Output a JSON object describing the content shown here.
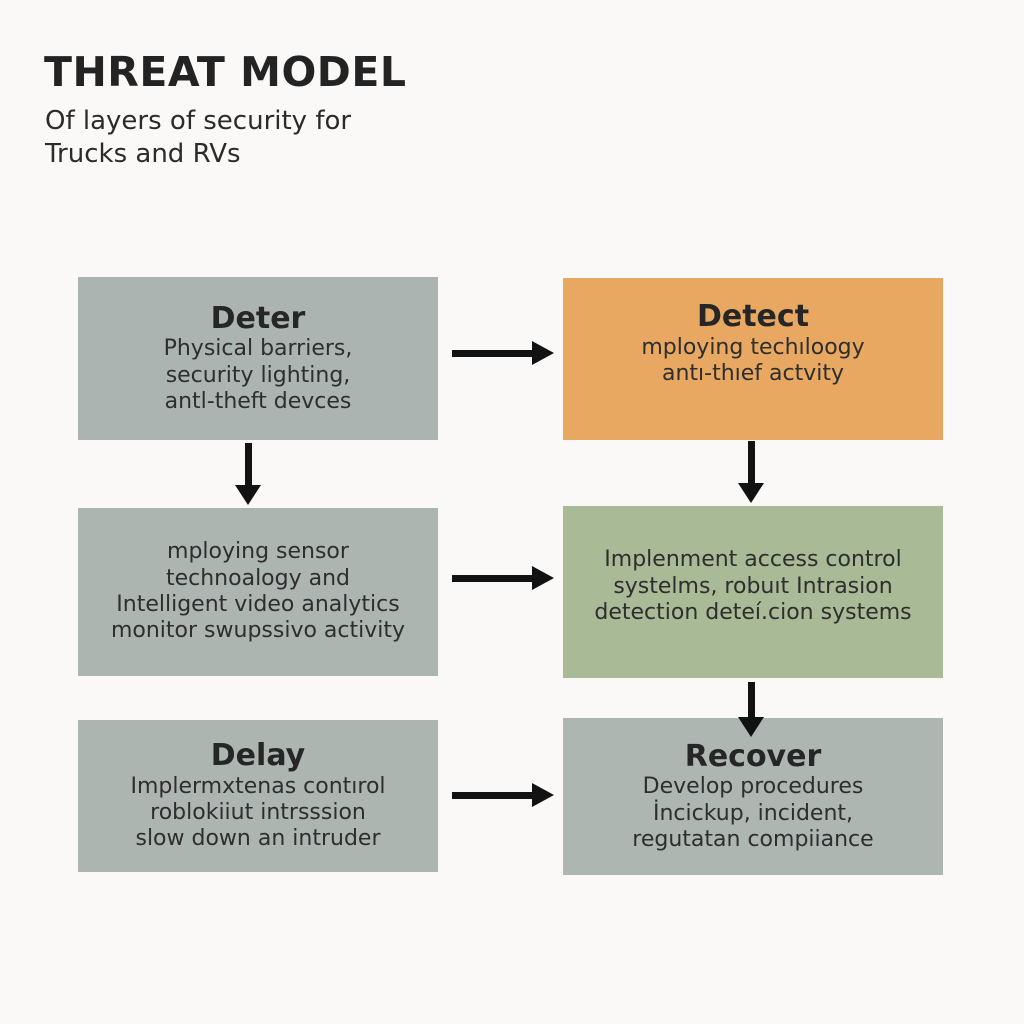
{
  "header": {
    "title": "THREAT MODEL",
    "subtitle": [
      "Of layers of security for",
      "Trucks and RVs"
    ]
  },
  "boxes": [
    {
      "title": "Deter",
      "lines": [
        "Physical barriers,",
        "security lighting,",
        "antl-theft devces"
      ],
      "color": "#abb4b0"
    },
    {
      "title": "Detect",
      "lines": [
        "mploying techıloogy",
        "antı-thıef actvity"
      ],
      "color": "#e8a862"
    },
    {
      "title": "",
      "lines": [
        "mploying sensor",
        "technoalogy and",
        "Intelligent video analytics",
        "monitor swupssivo activity"
      ],
      "color": "#adb5b1"
    },
    {
      "title": "",
      "lines": [
        "Implenment access control",
        "systelms, robuıt Intrasion",
        "detection deteí.cion systems"
      ],
      "color": "#a9ba97"
    },
    {
      "title": "Delay",
      "lines": [
        "Implermxtenas contırol",
        "roblokiiut intrsssion",
        "slow down an intruder"
      ],
      "color": "#adb5b1"
    },
    {
      "title": "Recover",
      "lines": [
        "Develop procedures",
        "İncickup, incident,",
        "regutatan compiiance"
      ],
      "color": "#aeb6b2"
    }
  ],
  "colors": {
    "background": "#faf9f7",
    "arrow": "#121212",
    "title_text": "#232323",
    "body_text": "#2e2e2e"
  }
}
